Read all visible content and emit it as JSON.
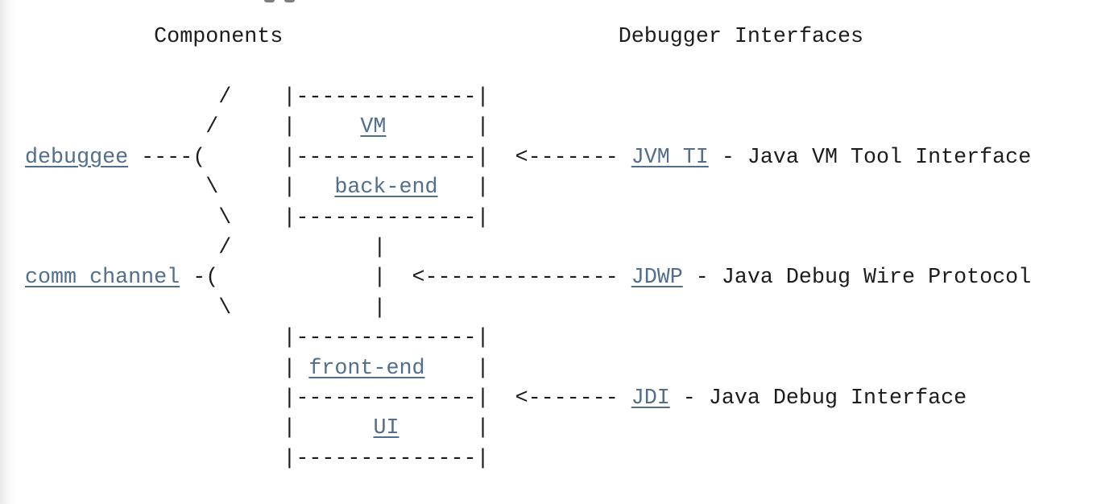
{
  "page": {
    "background": "#ffffff",
    "text_color": "#1c1c1c",
    "link_color": "#526e8a"
  },
  "headers": {
    "left": "Components",
    "right": "Debugger Interfaces"
  },
  "interfaces": [
    {
      "abbr": "JVM TI",
      "full": "Java VM Tool Interface"
    },
    {
      "abbr": "JDWP",
      "full": "Java Debug Wire Protocol"
    },
    {
      "abbr": "JDI",
      "full": "Java Debug Interface"
    }
  ],
  "diagram": {
    "lines": [
      [
        {
          "t": "           "
        },
        {
          "t": "Components",
          "name": "components-header"
        },
        {
          "t": "                          "
        },
        {
          "t": "Debugger Interfaces",
          "name": "debugger-interfaces-header"
        }
      ],
      [
        {
          "t": ""
        }
      ],
      [
        {
          "t": "                /    |--------------|"
        }
      ],
      [
        {
          "t": "               /     |     "
        },
        {
          "t": "VM",
          "link": true,
          "name": "vm-link"
        },
        {
          "t": "       |"
        }
      ],
      [
        {
          "t": " "
        },
        {
          "t": "debuggee",
          "link": true,
          "name": "debuggee-link"
        },
        {
          "t": " ----(      |--------------|  <------- "
        },
        {
          "t": "JVM TI",
          "link": true,
          "name": "jvm-ti-link"
        },
        {
          "t": " - Java VM Tool Interface"
        }
      ],
      [
        {
          "t": "               \\     |   "
        },
        {
          "t": "back-end",
          "link": true,
          "name": "back-end-link"
        },
        {
          "t": "   |"
        }
      ],
      [
        {
          "t": "                \\    |--------------|"
        }
      ],
      [
        {
          "t": "                /           |"
        }
      ],
      [
        {
          "t": " "
        },
        {
          "t": "comm channel",
          "link": true,
          "name": "comm-channel-link"
        },
        {
          "t": " -(            |  <--------------- "
        },
        {
          "t": "JDWP",
          "link": true,
          "name": "jdwp-link"
        },
        {
          "t": " - Java Debug Wire Protocol"
        }
      ],
      [
        {
          "t": "                \\           |"
        }
      ],
      [
        {
          "t": "                     |--------------|"
        }
      ],
      [
        {
          "t": "                     | "
        },
        {
          "t": "front-end",
          "link": true,
          "name": "front-end-link"
        },
        {
          "t": "    |"
        }
      ],
      [
        {
          "t": "                     |--------------|  <------- "
        },
        {
          "t": "JDI",
          "link": true,
          "name": "jdi-link"
        },
        {
          "t": " - Java Debug Interface"
        }
      ],
      [
        {
          "t": "                     |      "
        },
        {
          "t": "UI",
          "link": true,
          "name": "ui-link"
        },
        {
          "t": "      |"
        }
      ],
      [
        {
          "t": "                     |--------------|"
        }
      ]
    ]
  }
}
